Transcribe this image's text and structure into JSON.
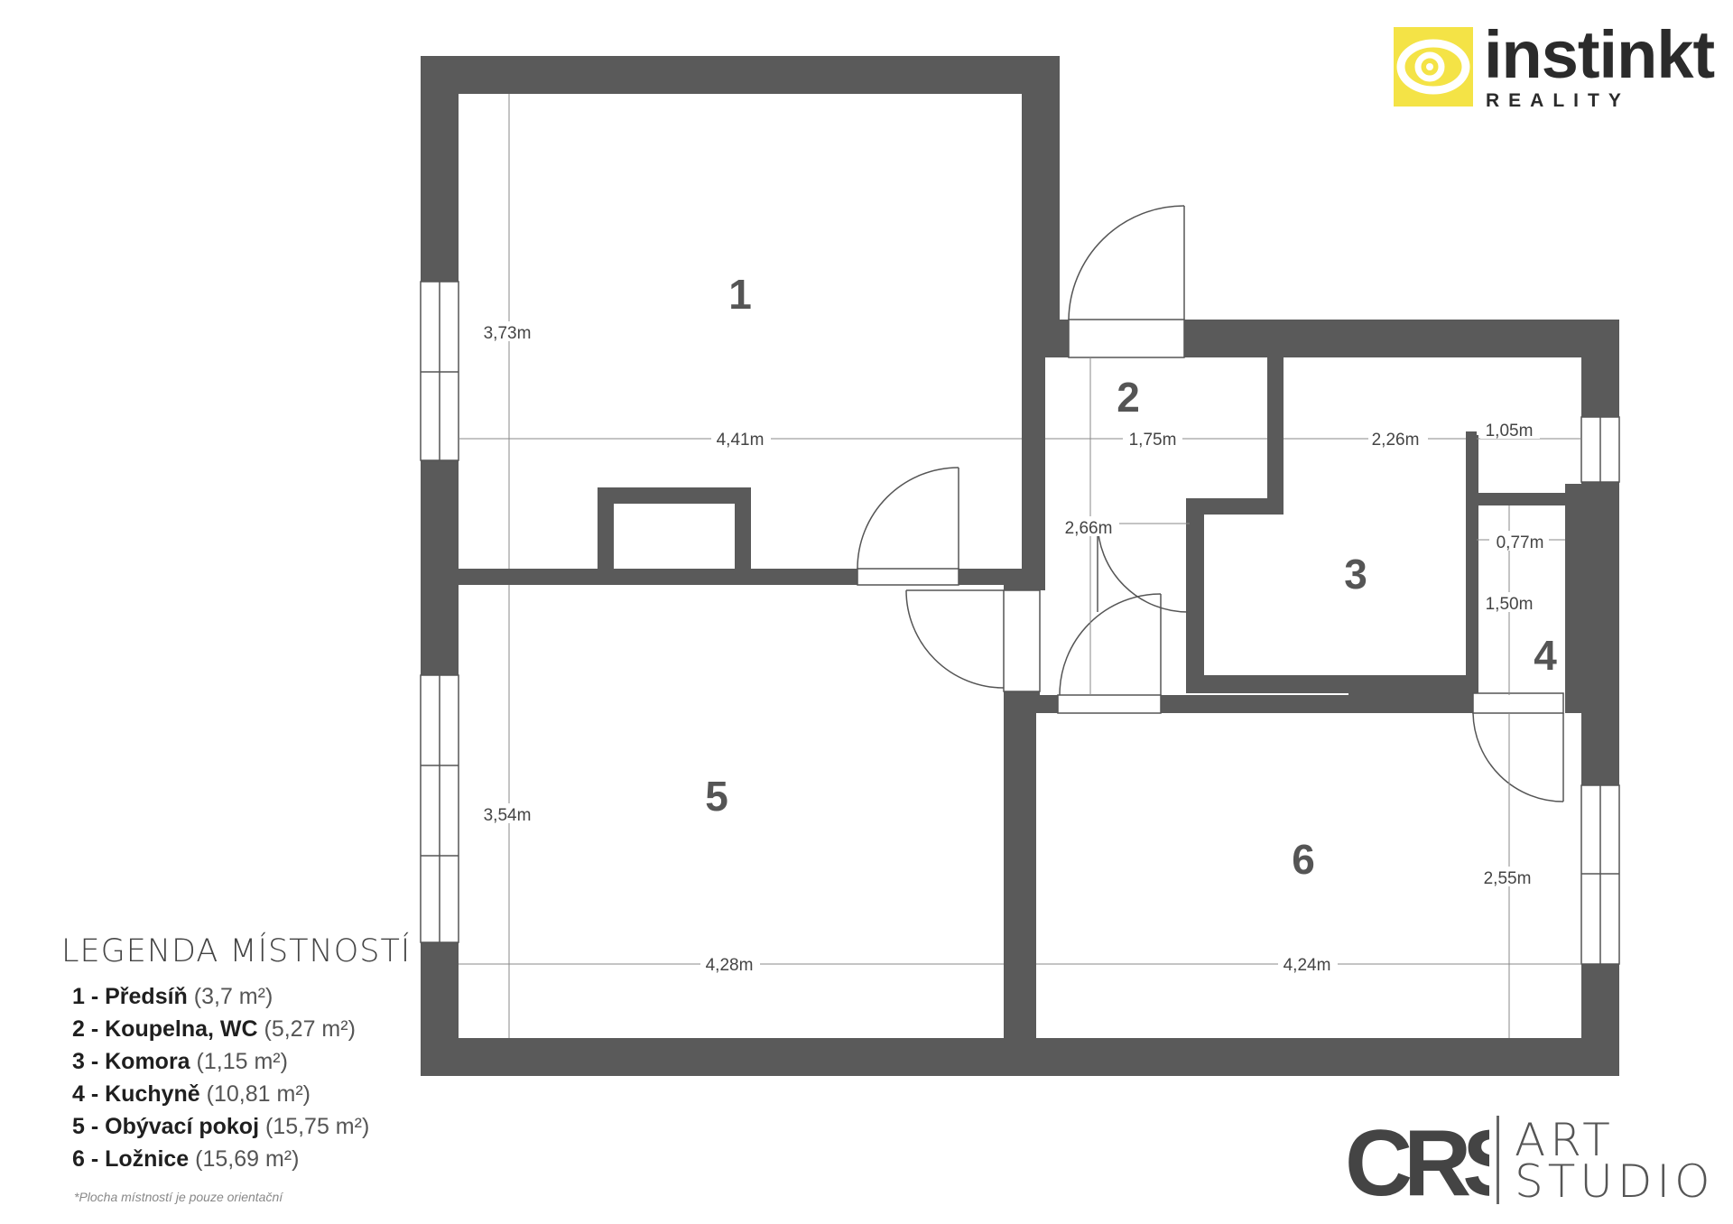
{
  "rooms": [
    {
      "id": "1",
      "label": "1"
    },
    {
      "id": "2",
      "label": "2"
    },
    {
      "id": "3",
      "label": "3"
    },
    {
      "id": "4",
      "label": "4"
    },
    {
      "id": "5",
      "label": "5"
    },
    {
      "id": "6",
      "label": "6"
    }
  ],
  "dimensions": {
    "d_441": "4,41m",
    "d_373": "3,73m",
    "d_175": "1,75m",
    "d_226": "2,26m",
    "d_105": "1,05m",
    "d_266": "2,66m",
    "d_077": "0,77m",
    "d_150": "1,50m",
    "d_354": "3,54m",
    "d_255": "2,55m",
    "d_428": "4,28m",
    "d_424": "4,24m"
  },
  "legend": {
    "title": "LEGENDA MÍSTNOSTÍ",
    "items": [
      {
        "num": "1 - ",
        "name": "Předsíň",
        "area": " (3,7 m²)"
      },
      {
        "num": "2 - ",
        "name": "Koupelna, WC",
        "area": " (5,27 m²)"
      },
      {
        "num": "3 - ",
        "name": "Komora",
        "area": " (1,15 m²)"
      },
      {
        "num": "4 - ",
        "name": "Kuchyně",
        "area": " (10,81 m²)"
      },
      {
        "num": "5 - ",
        "name": "Obývací pokoj",
        "area": " (15,75 m²)"
      },
      {
        "num": "6 - ",
        "name": "Ložnice",
        "area": " (15,69 m²)"
      }
    ],
    "note": "*Plocha místností je pouze orientační"
  },
  "logos": {
    "top_brand": "instinkt",
    "top_sub": "REALITY",
    "bottom_mark": "CRS",
    "bottom_art": "ART",
    "bottom_studio": "STUDIO"
  },
  "colors": {
    "wall": "#5a5a5a",
    "line": "#444444",
    "accent": "#f4e346"
  }
}
